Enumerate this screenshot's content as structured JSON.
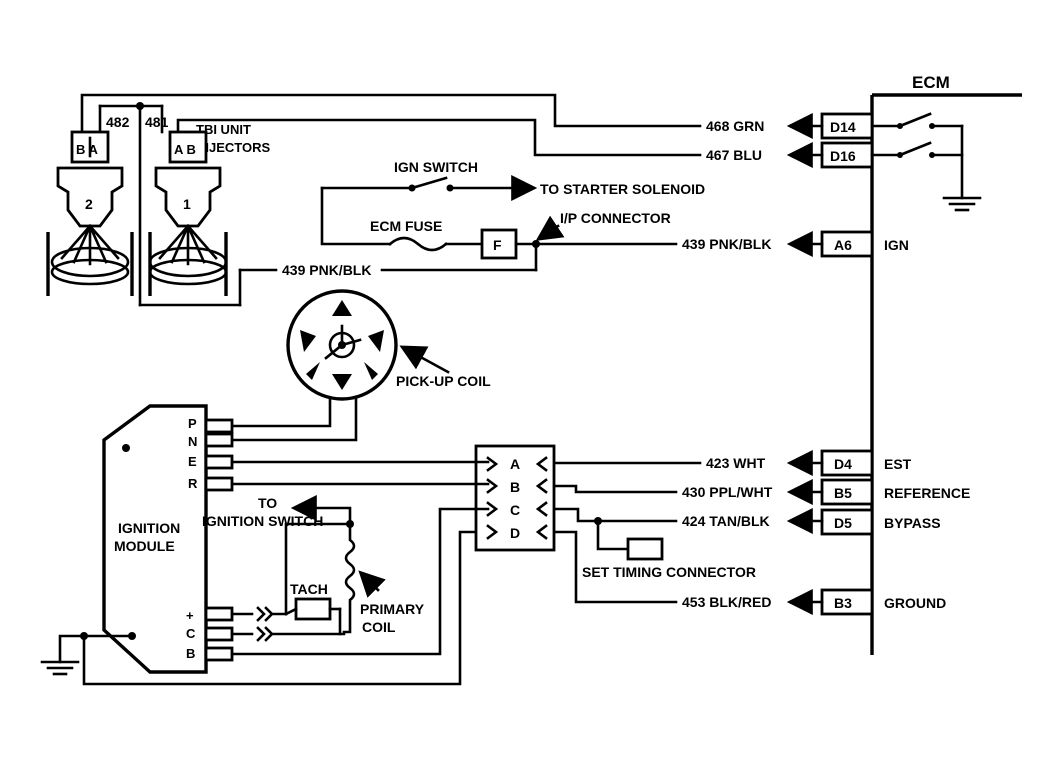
{
  "ecm": {
    "title": "ECM",
    "pins": [
      {
        "id": "D14",
        "wire": "468 GRN",
        "func": ""
      },
      {
        "id": "D16",
        "wire": "467 BLU",
        "func": ""
      },
      {
        "id": "A6",
        "wire": "439 PNK/BLK",
        "func": "IGN"
      },
      {
        "id": "D4",
        "wire": "423 WHT",
        "func": "EST"
      },
      {
        "id": "B5",
        "wire": "430 PPL/WHT",
        "func": "REFERENCE"
      },
      {
        "id": "D5",
        "wire": "424 TAN/BLK",
        "func": "BYPASS"
      },
      {
        "id": "B3",
        "wire": "453 BLK/RED",
        "func": "GROUND"
      }
    ]
  },
  "injectors": {
    "label_line1": "TBI UNIT",
    "label_line2": "INJECTORS",
    "left_number": "2",
    "right_number": "1",
    "left_pins": "B A",
    "right_pins": "A B",
    "wire_left": "482",
    "wire_right": "481",
    "feed_wire": "439 PNK/BLK"
  },
  "power": {
    "ign_switch": "IGN SWITCH",
    "starter": "TO STARTER SOLENOID",
    "ecm_fuse": "ECM FUSE",
    "ip_connector": "I/P CONNECTOR",
    "f_pin": "F"
  },
  "distributor": {
    "pickup_coil": "PICK-UP COIL"
  },
  "ignition_module": {
    "label_line1": "IGNITION",
    "label_line2": "MODULE",
    "pins_top": [
      "P",
      "N",
      "E",
      "R"
    ],
    "pins_bottom": [
      "+",
      "C",
      "B"
    ]
  },
  "connector4": {
    "pins": [
      "A",
      "B",
      "C",
      "D"
    ]
  },
  "coil": {
    "to_line1": "TO",
    "to_line2": "IGNITION SWITCH",
    "tach": "TACH",
    "primary_line1": "PRIMARY",
    "primary_line2": "COIL"
  },
  "set_timing": "SET TIMING CONNECTOR"
}
